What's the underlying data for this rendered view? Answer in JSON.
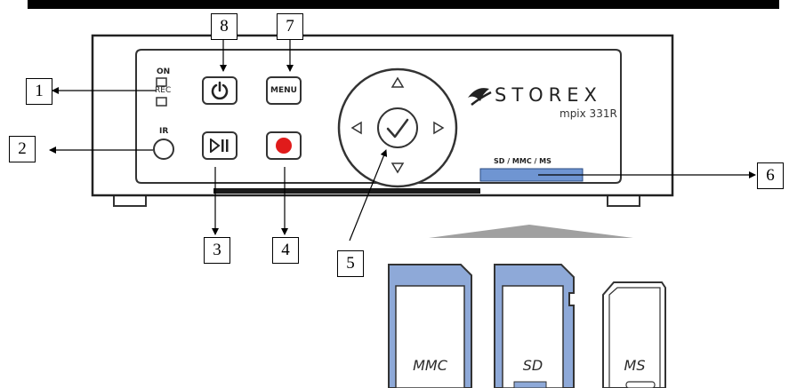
{
  "device": {
    "brand": "STOREX",
    "model": "mpix 331R",
    "led_on_label": "ON",
    "led_rec_label": "REC",
    "ir_label": "IR",
    "menu_label": "MENU",
    "slot_label": "SD / MMC / MS"
  },
  "callouts": [
    "1",
    "2",
    "3",
    "4",
    "5",
    "6",
    "7",
    "8"
  ],
  "cards": [
    {
      "label": "MMC"
    },
    {
      "label": "SD"
    },
    {
      "label": "MS"
    }
  ],
  "colors": {
    "record_button": "#e01b1b",
    "card_fill": "#8ea9d8",
    "slot_fill": "#6f95d2",
    "top_bar": "#000000"
  }
}
